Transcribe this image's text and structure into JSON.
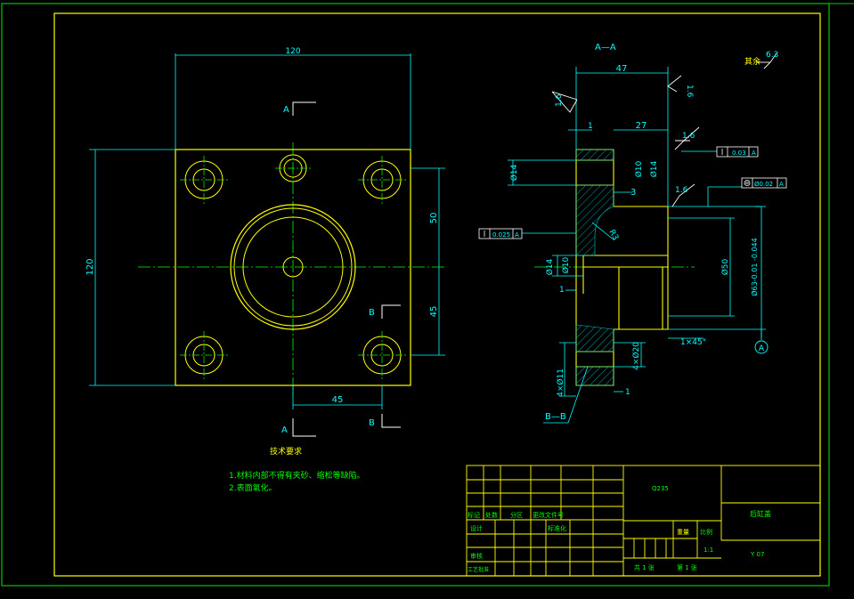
{
  "colors": {
    "frame_outer": "#00c800",
    "frame_inner": "#ffff00",
    "part": "#ffff00",
    "dimension": "#00ffff",
    "centerline": "#00ff00",
    "section_hatch": "#00c8c8",
    "note_text": "#00ff00",
    "table_text": "#00ff00"
  },
  "plan_view": {
    "dim_width": "120",
    "dim_height": "120",
    "dim_50": "50",
    "dim_45_vertical": "45",
    "dim_45_horizontal": "45",
    "cut_a_top": "A",
    "cut_a_bottom": "A",
    "cut_b_right": "B",
    "cut_b_bottom": "B"
  },
  "section_view": {
    "title": "A—A",
    "subtitle": "B—B",
    "dim_47": "47",
    "dim_27": "27",
    "dim_1_top": "1",
    "dim_3": "3",
    "dim_1_bottom": "1",
    "dim_1_left": "1",
    "dia_14_left": "Ø14",
    "dia_10": "Ø10",
    "dia_14_inner": "Ø14",
    "dia_14_mid": "Ø14",
    "dia_10_mid": "Ø10",
    "dia_50": "Ø50",
    "dia_63": "Ø63-0.01 -0.044",
    "r3": "R3",
    "chamfer": "1×45°",
    "holes_20": "4×Ø20",
    "holes_11": "4×Ø11",
    "rough_16_a": "1.6",
    "rough_16_b": "1.6",
    "rough_16_c": "1.6",
    "rough_16_d": "1.6",
    "rest_label": "其余",
    "rest_value": "6.3",
    "tol_top_value": "0.03",
    "tol_top_datum": "A",
    "tol_mid_value": "Ø0.02",
    "tol_mid_datum": "A",
    "tol_left_value": "0.025",
    "tol_left_datum": "A",
    "datum_label": "A"
  },
  "notes": {
    "title": "技术要求",
    "line1": "1.材料内部不得有夹砂、缩松等缺陷。",
    "line2": "2.表面氧化。"
  },
  "title_block": {
    "material": "Q235",
    "part_name": "后缸盖",
    "part_code": "Y 07",
    "mark": "标记",
    "count": "处数",
    "zone": "分区",
    "change_doc": "更改文件号",
    "design": "设计",
    "standardize": "标准化",
    "review": "审核",
    "process": "工艺",
    "approve": "批准",
    "weight": "重量",
    "scale_label": "比例",
    "scale_value": "1:1",
    "sheets_total": "共 1 张",
    "sheet_no": "第 1 张"
  }
}
